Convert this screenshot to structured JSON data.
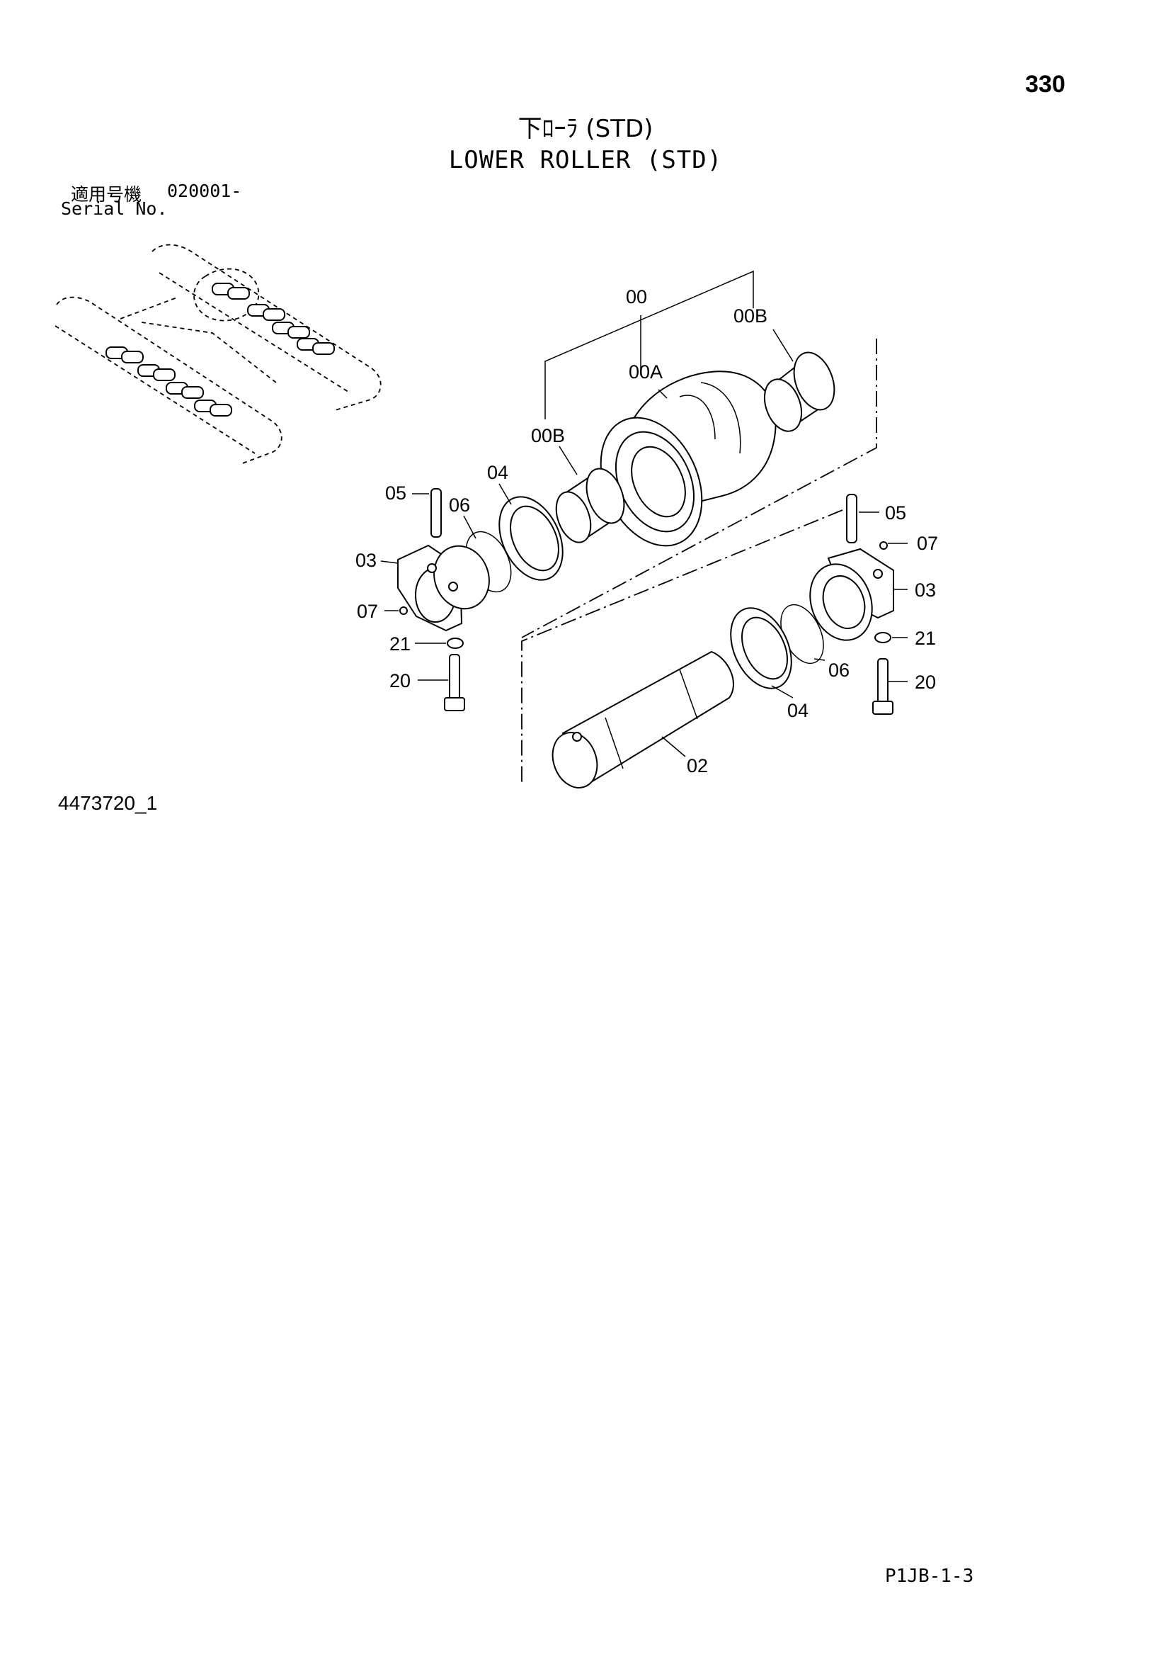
{
  "page_number": "330",
  "title_jp": "下ﾛｰﾗ (STD)",
  "title_en": "LOWER ROLLER (STD)",
  "serial": {
    "label_jp": "適用号機",
    "range": "020001-",
    "label_en": "Serial No."
  },
  "drawing_number": "4473720_1",
  "page_code": "P1JB-1-3",
  "callouts": {
    "c00": "00",
    "c00B_top": "00B",
    "c00A": "00A",
    "c00B_left": "00B",
    "c04_left": "04",
    "c05_left": "05",
    "c06_left": "06",
    "c03_left": "03",
    "c07_left": "07",
    "c21_left": "21",
    "c20_left": "20",
    "c05_right": "05",
    "c07_right": "07",
    "c03_right": "03",
    "c21_right": "21",
    "c06_right": "06",
    "c20_right": "20",
    "c04_right": "04",
    "c02": "02"
  }
}
